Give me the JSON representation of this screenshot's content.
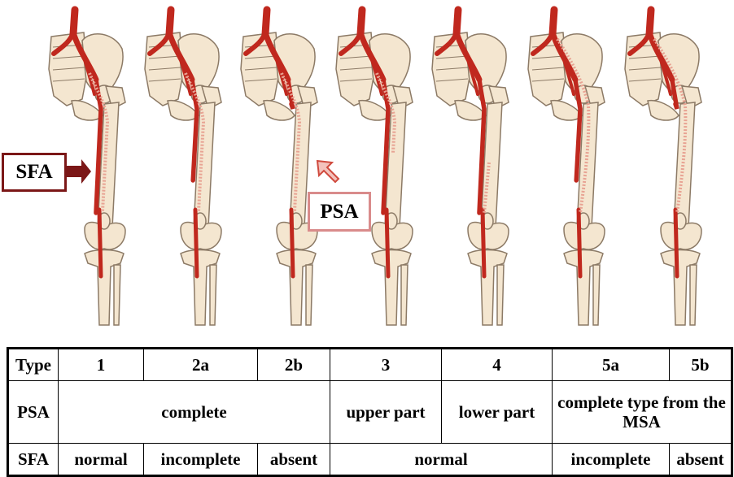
{
  "labels": {
    "sfa": "SFA",
    "psa": "PSA"
  },
  "colors": {
    "artery": "#c0281e",
    "artery_outline": "#7a1710",
    "persistent_artery": "#e8a393",
    "bone": "#f4e6d0",
    "bone_outline": "#8c7a66",
    "sfa_callout": "#7b1717",
    "psa_callout": "#d98b8b"
  },
  "panels": [
    {
      "type": "1",
      "psa": "complete",
      "sfa": "normal"
    },
    {
      "type": "2a",
      "psa": "complete",
      "sfa": "incomplete"
    },
    {
      "type": "2b",
      "psa": "complete",
      "sfa": "absent"
    },
    {
      "type": "3",
      "psa": "upper part",
      "sfa": "normal"
    },
    {
      "type": "4",
      "psa": "lower part",
      "sfa": "normal"
    },
    {
      "type": "5a",
      "psa": "complete type from the MSA",
      "sfa": "incomplete"
    },
    {
      "type": "5b",
      "psa": "complete type from the MSA",
      "sfa": "absent"
    }
  ],
  "table": {
    "headers": {
      "type": "Type",
      "psa": "PSA",
      "sfa": "SFA"
    },
    "types": [
      "1",
      "2a",
      "2b",
      "3",
      "4",
      "5a",
      "5b"
    ],
    "psa_cells": [
      "complete",
      "upper part",
      "lower part",
      "complete type from the MSA"
    ],
    "sfa_cells": [
      "normal",
      "incomplete",
      "absent",
      "normal",
      "incomplete",
      "absent"
    ]
  }
}
